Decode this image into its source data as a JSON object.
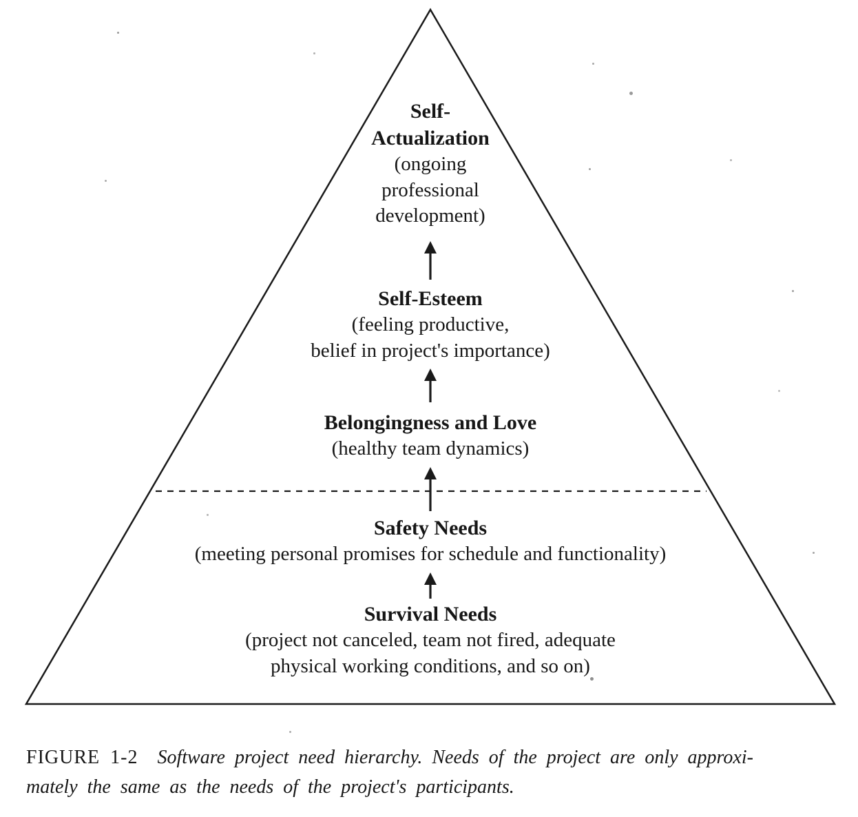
{
  "colors": {
    "ink": "#1a1a1a",
    "paper": "#ffffff"
  },
  "pyramid": {
    "levels": [
      {
        "name": "self-actualization",
        "title_lines": [
          "Self-",
          "Actualization"
        ],
        "sub_lines": [
          "(ongoing",
          "professional",
          "development)"
        ]
      },
      {
        "name": "self-esteem",
        "title_lines": [
          "Self-Esteem"
        ],
        "sub_lines": [
          "(feeling productive,",
          "belief in project's importance)"
        ]
      },
      {
        "name": "belongingness-and-love",
        "title_lines": [
          "Belongingness and Love"
        ],
        "sub_lines": [
          "(healthy team dynamics)"
        ]
      },
      {
        "name": "safety-needs",
        "title_lines": [
          "Safety Needs"
        ],
        "sub_lines": [
          "(meeting personal promises for schedule and functionality)"
        ]
      },
      {
        "name": "survival-needs",
        "title_lines": [
          "Survival Needs"
        ],
        "sub_lines": [
          "(project not canceled, team not fired, adequate",
          "physical working conditions, and so on)"
        ]
      }
    ]
  },
  "caption": {
    "label": "FIGURE  1-2",
    "line1": "Software project need hierarchy. Needs of the project are only approxi-",
    "line2": "mately the same as the needs of the project's participants."
  }
}
